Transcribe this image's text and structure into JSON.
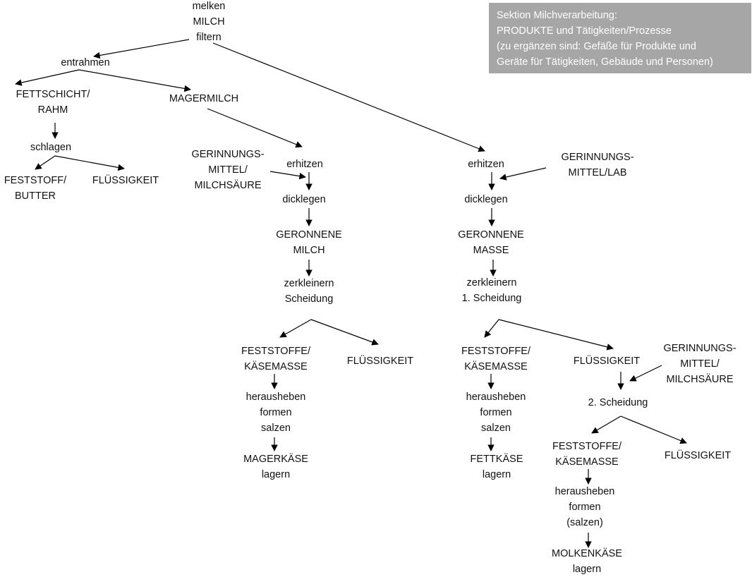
{
  "legend": {
    "lines": [
      "Sektion Milchverarbeitung:",
      "PRODUKTE und Tätigkeiten/Prozesse",
      "(zu ergänzen sind: Gefäße für Produkte und",
      "Geräte für Tätigkeiten, Gebäude und Personen)"
    ]
  },
  "nodes": {
    "start": {
      "lines": [
        "melken",
        "MILCH",
        "filtern"
      ]
    },
    "entrahmen": {
      "lines": [
        "entrahmen"
      ]
    },
    "fettschicht": {
      "lines": [
        "FETTSCHICHT/",
        "RAHM"
      ]
    },
    "magermilch": {
      "lines": [
        "MAGERMILCH"
      ]
    },
    "schlagen": {
      "lines": [
        "schlagen"
      ]
    },
    "feststoff_butter": {
      "lines": [
        "FESTSTOFF/",
        "BUTTER"
      ]
    },
    "fluessig_1": {
      "lines": [
        "FLÜSSIGKEIT"
      ]
    },
    "gerinnung_a": {
      "lines": [
        "GERINNUNGS-",
        "MITTEL/",
        "MILCHSÄURE"
      ]
    },
    "erhitzen_a": {
      "lines": [
        "erhitzen"
      ]
    },
    "dicklegen_a": {
      "lines": [
        "dicklegen"
      ]
    },
    "geronnene_milch": {
      "lines": [
        "GERONNENE",
        "MILCH"
      ]
    },
    "zerkleinern_a": {
      "lines": [
        "zerkleinern",
        "Scheidung"
      ]
    },
    "feststoffe_a": {
      "lines": [
        "FESTSTOFFE/",
        "KÄSEMASSE"
      ]
    },
    "fluessig_a": {
      "lines": [
        "FLÜSSIGKEIT"
      ]
    },
    "herausheben_a": {
      "lines": [
        "herausheben",
        "formen",
        "salzen"
      ]
    },
    "magerkaese": {
      "lines": [
        "MAGERKÄSE",
        "lagern"
      ]
    },
    "erhitzen_b": {
      "lines": [
        "erhitzen"
      ]
    },
    "gerinnung_lab": {
      "lines": [
        "GERINNUNGS-",
        "MITTEL/LAB"
      ]
    },
    "dicklegen_b": {
      "lines": [
        "dicklegen"
      ]
    },
    "geronnene_masse": {
      "lines": [
        "GERONNENE",
        "MASSE"
      ]
    },
    "zerkleinern_b": {
      "lines": [
        "zerkleinern",
        "1. Scheidung"
      ]
    },
    "feststoffe_b": {
      "lines": [
        "FESTSTOFFE/",
        "KÄSEMASSE"
      ]
    },
    "fluessig_b": {
      "lines": [
        "FLÜSSIGKEIT"
      ]
    },
    "gerinnung_c": {
      "lines": [
        "GERINNUNGS-",
        "MITTEL/",
        "MILCHSÄURE"
      ]
    },
    "herausheben_b": {
      "lines": [
        "herausheben",
        "formen",
        "salzen"
      ]
    },
    "fettkaese": {
      "lines": [
        "FETTKÄSE",
        "lagern"
      ]
    },
    "scheidung_2": {
      "lines": [
        "2. Scheidung"
      ]
    },
    "feststoffe_c": {
      "lines": [
        "FESTSTOFFE/",
        "KÄSEMASSE"
      ]
    },
    "fluessig_c": {
      "lines": [
        "FLÜSSIGKEIT"
      ]
    },
    "herausheben_c": {
      "lines": [
        "herausheben",
        "formen",
        "(salzen)"
      ]
    },
    "molkenkaese": {
      "lines": [
        "MOLKENKÄSE",
        "lagern"
      ]
    }
  },
  "style": {
    "line_color": "#000000",
    "legend_bg": "#a6a6a6",
    "legend_text": "#ffffff"
  }
}
